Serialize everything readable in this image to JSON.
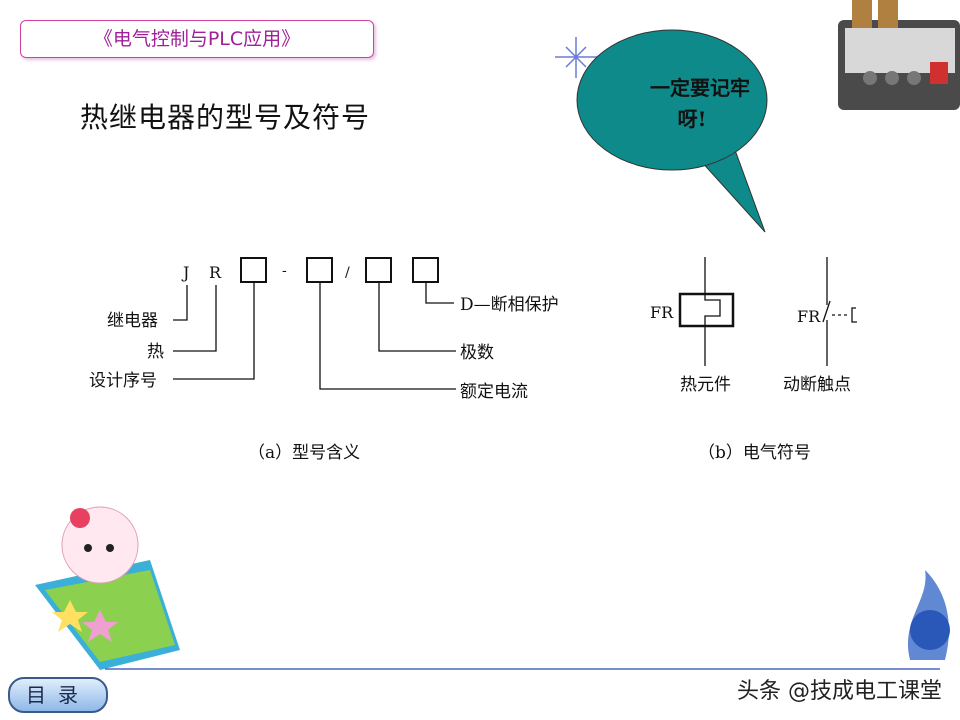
{
  "header": {
    "course": "《电气控制与PLC应用》",
    "title": "热继电器的型号及符号"
  },
  "bubble": {
    "line1": "一定要记牢",
    "line2": "呀!",
    "color": "#0e8a8a"
  },
  "model": {
    "J": "J",
    "R": "R",
    "dash": "-",
    "slash": "/",
    "relay": "继电器",
    "heat": "热",
    "design_no": "设计序号",
    "phase": "D—断相保护",
    "poles": "极数",
    "current": "额定电流",
    "caption": "（a）型号含义"
  },
  "symbol": {
    "fr1": "FR",
    "fr2": "FR",
    "heater": "热元件",
    "contact": "动断触点",
    "caption": "（b）电气符号"
  },
  "footer": {
    "toc": "目录",
    "watermark": "头条 @技成电工课堂"
  }
}
